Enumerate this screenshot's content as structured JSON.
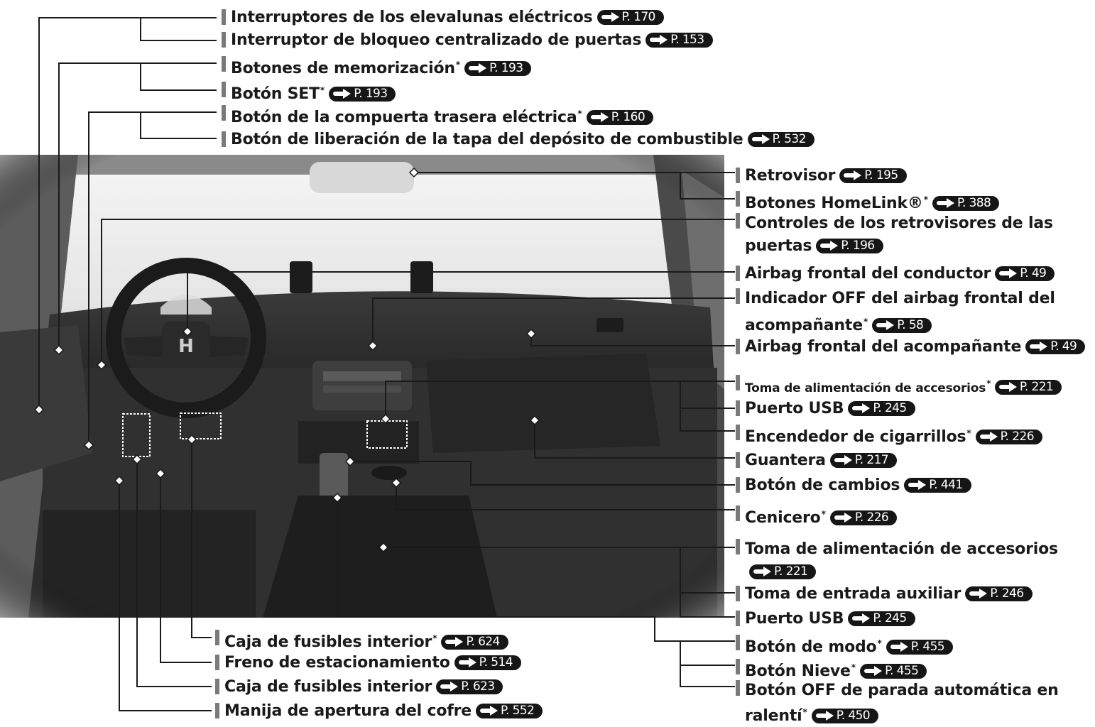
{
  "colors": {
    "background": "#ffffff",
    "text": "#1a1a1a",
    "badge": "#161616",
    "leader": "#1a1a1a",
    "dot": "#ffffff"
  },
  "icons": {
    "reference_arrow": "right-arrow-icon",
    "callout_marker": "diamond-marker-icon"
  },
  "photo": {
    "subject": "interior-dashboard",
    "steering_logo": "H"
  },
  "labels": [
    {
      "id": "power-windows",
      "text": "Interruptores de los elevalunas eléctricos",
      "star": false,
      "page": "P. 170"
    },
    {
      "id": "central-lock",
      "text": "Interruptor de bloqueo centralizado de puertas",
      "star": false,
      "page": "P. 153"
    },
    {
      "id": "memory-buttons",
      "text": "Botones de memorización",
      "star": true,
      "page": "P. 193"
    },
    {
      "id": "set-button",
      "text": "Botón SET",
      "star": true,
      "page": "P. 193"
    },
    {
      "id": "power-tailgate",
      "text": "Botón de la compuerta trasera eléctrica",
      "star": true,
      "page": "P. 160"
    },
    {
      "id": "fuel-door",
      "text": "Botón de liberación de la tapa del depósito de combustible",
      "star": false,
      "page": "P. 532"
    },
    {
      "id": "rearview-mirror",
      "text": "Retrovisor",
      "star": false,
      "page": "P. 195"
    },
    {
      "id": "homelink",
      "text": "Botones HomeLink®",
      "star": true,
      "page": "P. 388"
    },
    {
      "id": "door-mirror-controls",
      "text": "Controles de los retrovisores de las puertas",
      "star": false,
      "page": "P. 196"
    },
    {
      "id": "driver-airbag",
      "text": "Airbag frontal del conductor",
      "star": false,
      "page": "P. 49"
    },
    {
      "id": "passenger-airbag-off",
      "text": "Indicador OFF del airbag frontal del acompañante",
      "star": true,
      "page": "P. 58"
    },
    {
      "id": "passenger-airbag",
      "text": "Airbag frontal del acompañante",
      "star": false,
      "page": "P. 49"
    },
    {
      "id": "accessory-socket-1",
      "text": "Toma de alimentación de accesorios",
      "star": true,
      "page": "P. 221"
    },
    {
      "id": "usb-1",
      "text": "Puerto USB",
      "star": false,
      "page": "P. 245"
    },
    {
      "id": "cigar-lighter",
      "text": "Encendedor de cigarrillos",
      "star": true,
      "page": "P. 226"
    },
    {
      "id": "glove-box",
      "text": "Guantera",
      "star": false,
      "page": "P. 217"
    },
    {
      "id": "shift-button",
      "text": "Botón de cambios",
      "star": false,
      "page": "P. 441"
    },
    {
      "id": "ashtray",
      "text": "Cenicero",
      "star": true,
      "page": "P. 226"
    },
    {
      "id": "accessory-socket-2",
      "text": "Toma de alimentación de accesorios",
      "star": false,
      "page": "P. 221"
    },
    {
      "id": "aux-jack",
      "text": "Toma de entrada auxiliar",
      "star": false,
      "page": "P. 246"
    },
    {
      "id": "usb-2",
      "text": "Puerto USB",
      "star": false,
      "page": "P. 245"
    },
    {
      "id": "mode-button",
      "text": "Botón de modo",
      "star": true,
      "page": "P. 455"
    },
    {
      "id": "snow-button",
      "text": "Botón Nieve",
      "star": true,
      "page": "P. 455"
    },
    {
      "id": "idle-stop-off",
      "text": "Botón OFF de parada automática en ralentí",
      "star": true,
      "page": "P. 450"
    },
    {
      "id": "fuse-box-star",
      "text": "Caja de fusibles interior",
      "star": true,
      "page": "P. 624"
    },
    {
      "id": "parking-brake",
      "text": "Freno de estacionamiento",
      "star": false,
      "page": "P. 514"
    },
    {
      "id": "fuse-box",
      "text": "Caja de fusibles interior",
      "star": false,
      "page": "P. 623"
    },
    {
      "id": "hood-release",
      "text": "Manija de apertura del cofre",
      "star": false,
      "page": "P. 552"
    }
  ],
  "star_symbol": "*"
}
